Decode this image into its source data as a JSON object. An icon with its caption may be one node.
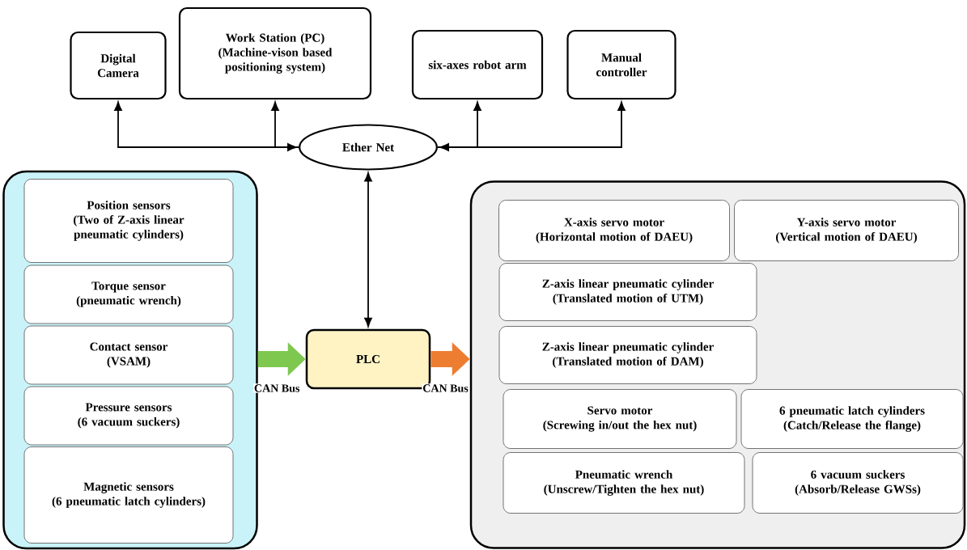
{
  "diagram": {
    "nodes": [
      {
        "text": [
          "Digital Camera"
        ]
      },
      {
        "text": [
          "Work Station (PC)",
          "(Machine-vison based positioning system)"
        ]
      },
      {
        "text": [
          "six-axes robot arm"
        ]
      },
      {
        "text": [
          "Manual controller"
        ]
      },
      {
        "text": [
          "Ether Net"
        ]
      },
      {
        "text": [],
        "shape": "box"
      },
      {
        "text": [
          "Position sensors",
          "(Two of Z-axis linear pneumatic cylinders)"
        ],
        "in": 5
      },
      {
        "text": [
          "Torque sensor",
          "(pneumatic wrench)"
        ],
        "in": 5
      },
      {
        "text": [
          "Contact sensor",
          "(VSAM)"
        ],
        "in": 5
      },
      {
        "text": [
          "Pressure sensors",
          "(6 vacuum suckers)"
        ],
        "in": 5
      },
      {
        "text": [
          "Magnetic sensors",
          "(6 pneumatic latch cylinders)"
        ],
        "in": 5
      },
      {
        "text": [
          "PLC"
        ]
      },
      {
        "text": [],
        "shape": "box"
      },
      {
        "text": [
          "X-axis servo motor",
          "(Horizontal motion of DAEU)"
        ],
        "in": 12
      },
      {
        "text": [
          "Y-axis servo motor",
          "(Vertical motion of DAEU)"
        ],
        "in": 12
      },
      {
        "text": [
          "Z-axis linear pneumatic cylinder",
          "(Translated motion of UTM)"
        ],
        "in": 12
      },
      {
        "text": [
          "Z-axis linear pneumatic cylinder",
          "(Translated motion of DAM)"
        ],
        "in": 12
      },
      {
        "text": [
          "Servo motor",
          "(Screwing in/out the hex nut)"
        ],
        "in": 12
      },
      {
        "text": [
          "6 pneumatic latch cylinders",
          "(Catch/Release the flange)"
        ],
        "in": 12
      },
      {
        "text": [
          "Pneumatic wrench",
          "(Unscrew/Tighten the hex nut)"
        ],
        "in": 12
      },
      {
        "text": [
          "6 vacuum suckers",
          "(Absorb/Release GWSs)"
        ],
        "in": 12
      }
    ],
    "edges": [
      {
        "from": 4,
        "to": 0,
        "arrow": "both"
      },
      {
        "from": 4,
        "to": 1,
        "arrow": "to"
      },
      {
        "from": 4,
        "to": 2,
        "arrow": "to"
      },
      {
        "from": 4,
        "to": 3,
        "arrow": "both"
      },
      {
        "from": 4,
        "to": 11,
        "arrow": "both"
      },
      {
        "from": 5,
        "to": 11,
        "arrow": "to",
        "label": "CAN Bus",
        "style": "thick",
        "color": "#7ec850"
      },
      {
        "from": 11,
        "to": 12,
        "arrow": "to",
        "label": "CAN Bus",
        "style": "thick",
        "color": "#ed7d31"
      }
    ]
  }
}
